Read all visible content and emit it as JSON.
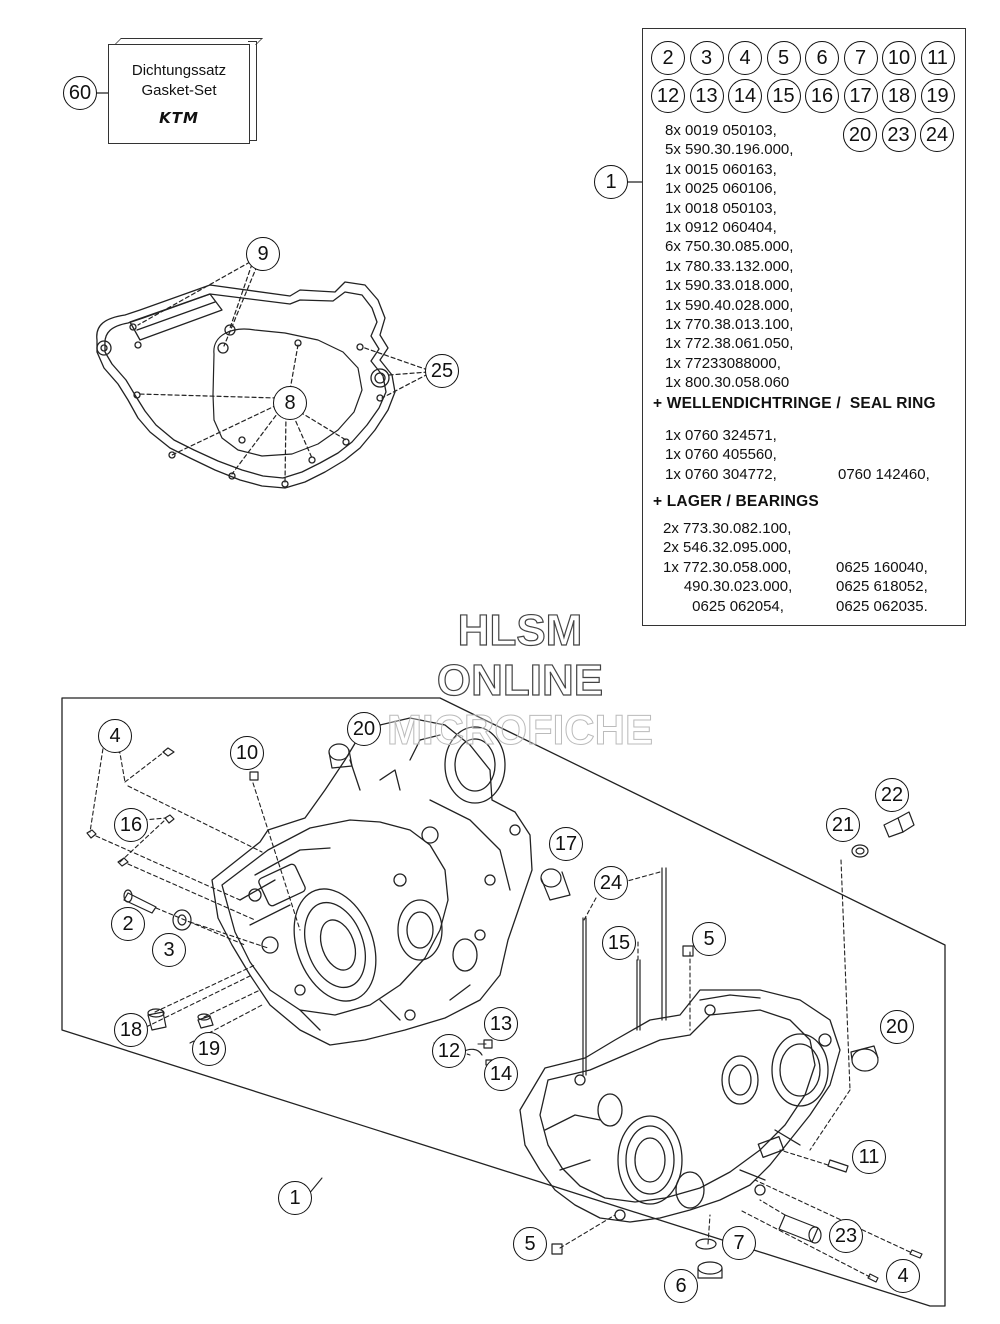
{
  "gasket_set": {
    "callout": "60",
    "line1": "Dichtungssatz",
    "line2": "Gasket-Set",
    "brand": "KTM"
  },
  "parts_box": {
    "callout": "1",
    "included_callouts_row1": [
      "2",
      "3",
      "4",
      "5",
      "6",
      "7",
      "10",
      "11"
    ],
    "included_callouts_row2": [
      "12",
      "13",
      "14",
      "15",
      "16",
      "17",
      "18",
      "19"
    ],
    "included_callouts_row3": [
      "20",
      "23",
      "24"
    ],
    "list_main": [
      "8x 0019 050103,",
      "5x 590.30.196.000,",
      "1x 0015 060163,",
      "1x 0025 060106,",
      "1x 0018 050103,",
      "1x 0912 060404,",
      "6x 750.30.085.000,",
      "1x 780.33.132.000,",
      "1x 590.33.018.000,",
      "1x 590.40.028.000,",
      "1x 770.38.013.100,",
      "1x 772.38.061.050,",
      "1x 77233088000,",
      "1x 800.30.058.060"
    ],
    "seal_heading": "+ WELLENDICHTRINGE /  SEAL RING",
    "seal_list": [
      "1x 0760 324571,",
      "1x 0760 405560,",
      "1x 0760 304772,"
    ],
    "seal_extra": "0760 142460,",
    "bearing_heading": "+ LAGER / BEARINGS",
    "bearing_list_left": [
      "2x 773.30.082.100,",
      "2x 546.32.095.000,",
      "1x 772.30.058.000,",
      "     490.30.023.000,",
      "       0625 062054,"
    ],
    "bearing_list_right": [
      "0625 160040,",
      "0625 618052,",
      "0625 062035."
    ]
  },
  "gasket_diagram_callouts": {
    "c9": "9",
    "c8": "8",
    "c25": "25"
  },
  "exploded_callouts": {
    "c4a": "4",
    "c16": "16",
    "c2": "2",
    "c3": "3",
    "c18": "18",
    "c19": "19",
    "c20a": "20",
    "c10": "10",
    "c17": "17",
    "c12": "12",
    "c13": "13",
    "c14": "14",
    "c1": "1",
    "c24": "24",
    "c15": "15",
    "c5a": "5",
    "c21": "21",
    "c22": "22",
    "c20b": "20",
    "c11": "11",
    "c5b": "5",
    "c7": "7",
    "c23": "23",
    "c6": "6",
    "c4b": "4"
  },
  "watermark": {
    "line1": "HLSM",
    "line2": "ONLINE",
    "line3": "MICROFICHE"
  }
}
